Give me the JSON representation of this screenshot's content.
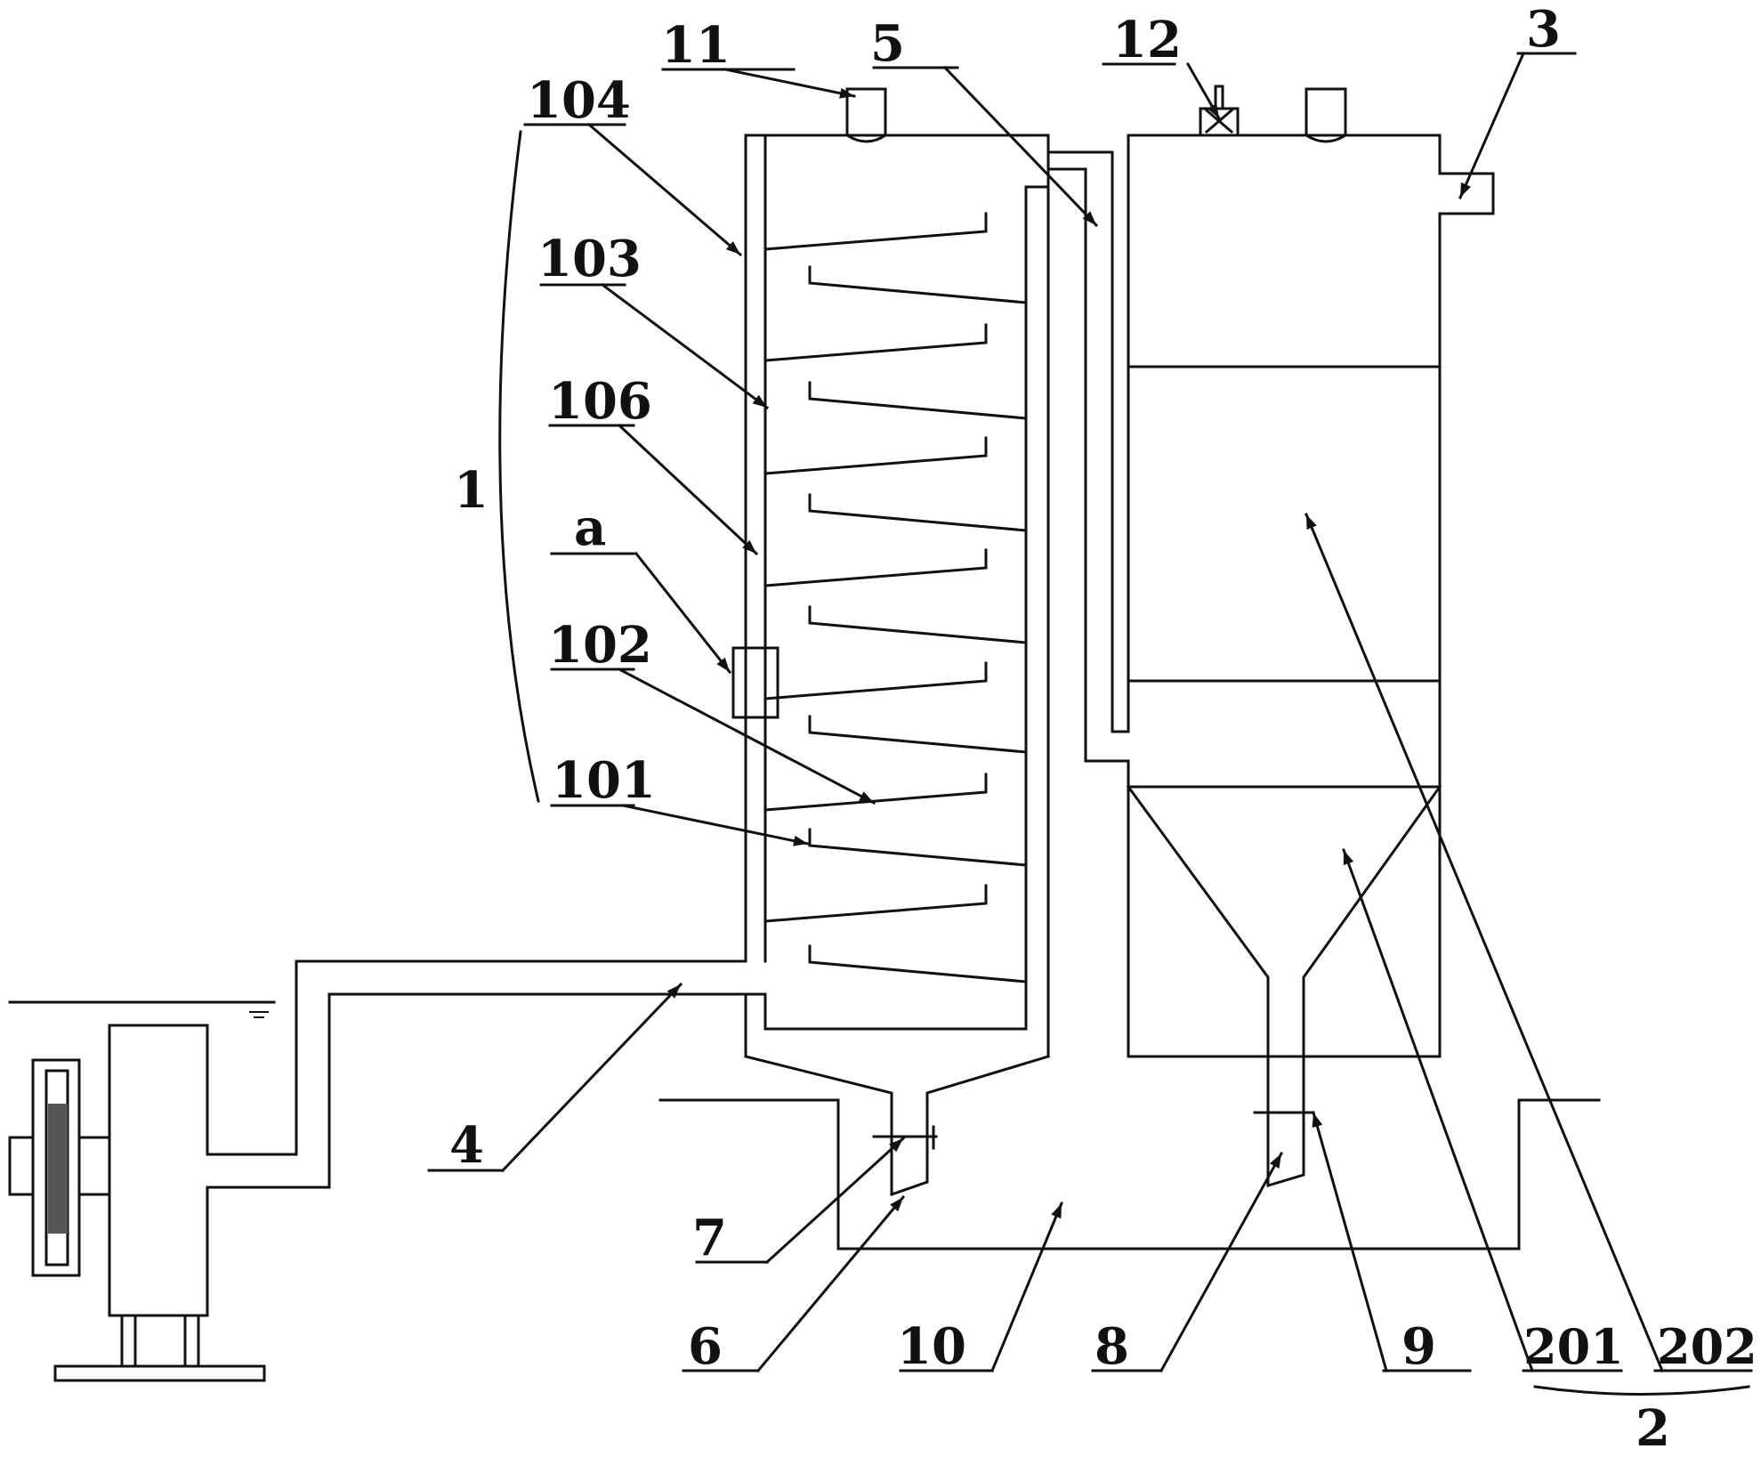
{
  "figure": {
    "labels": {
      "n11": "11",
      "n5": "5",
      "n12": "12",
      "n3": "3",
      "n104": "104",
      "n103": "103",
      "n106": "106",
      "n1": "1",
      "na": "a",
      "n102": "102",
      "n101": "101",
      "n4": "4",
      "n7": "7",
      "n6": "6",
      "n10": "10",
      "n8": "8",
      "n9": "9",
      "n201": "201",
      "n202": "202",
      "n2": "2"
    }
  }
}
